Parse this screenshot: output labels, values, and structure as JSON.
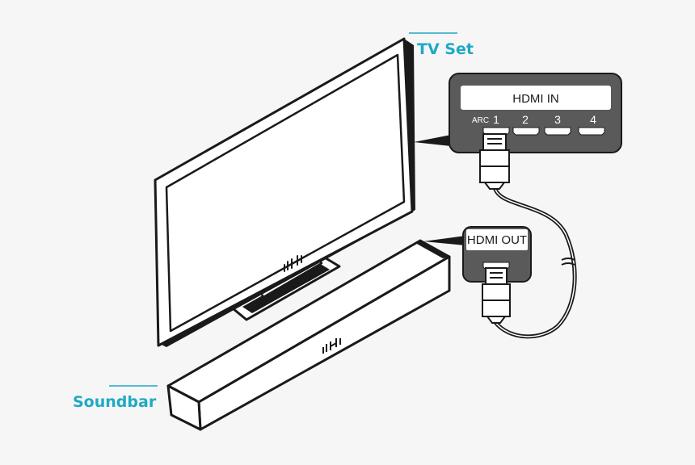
{
  "labels": {
    "tv": "TV Set",
    "soundbar": "Soundbar"
  },
  "tv_panel": {
    "title": "HDMI IN",
    "arc": "ARC",
    "ports": [
      "1",
      "2",
      "3",
      "4"
    ]
  },
  "soundbar_panel": {
    "title": "HDMI OUT"
  },
  "colors": {
    "accent": "#1fa9c4",
    "line": "#1a1a1a",
    "panel": "#5a5a5a",
    "background": "#f6f6f6"
  }
}
